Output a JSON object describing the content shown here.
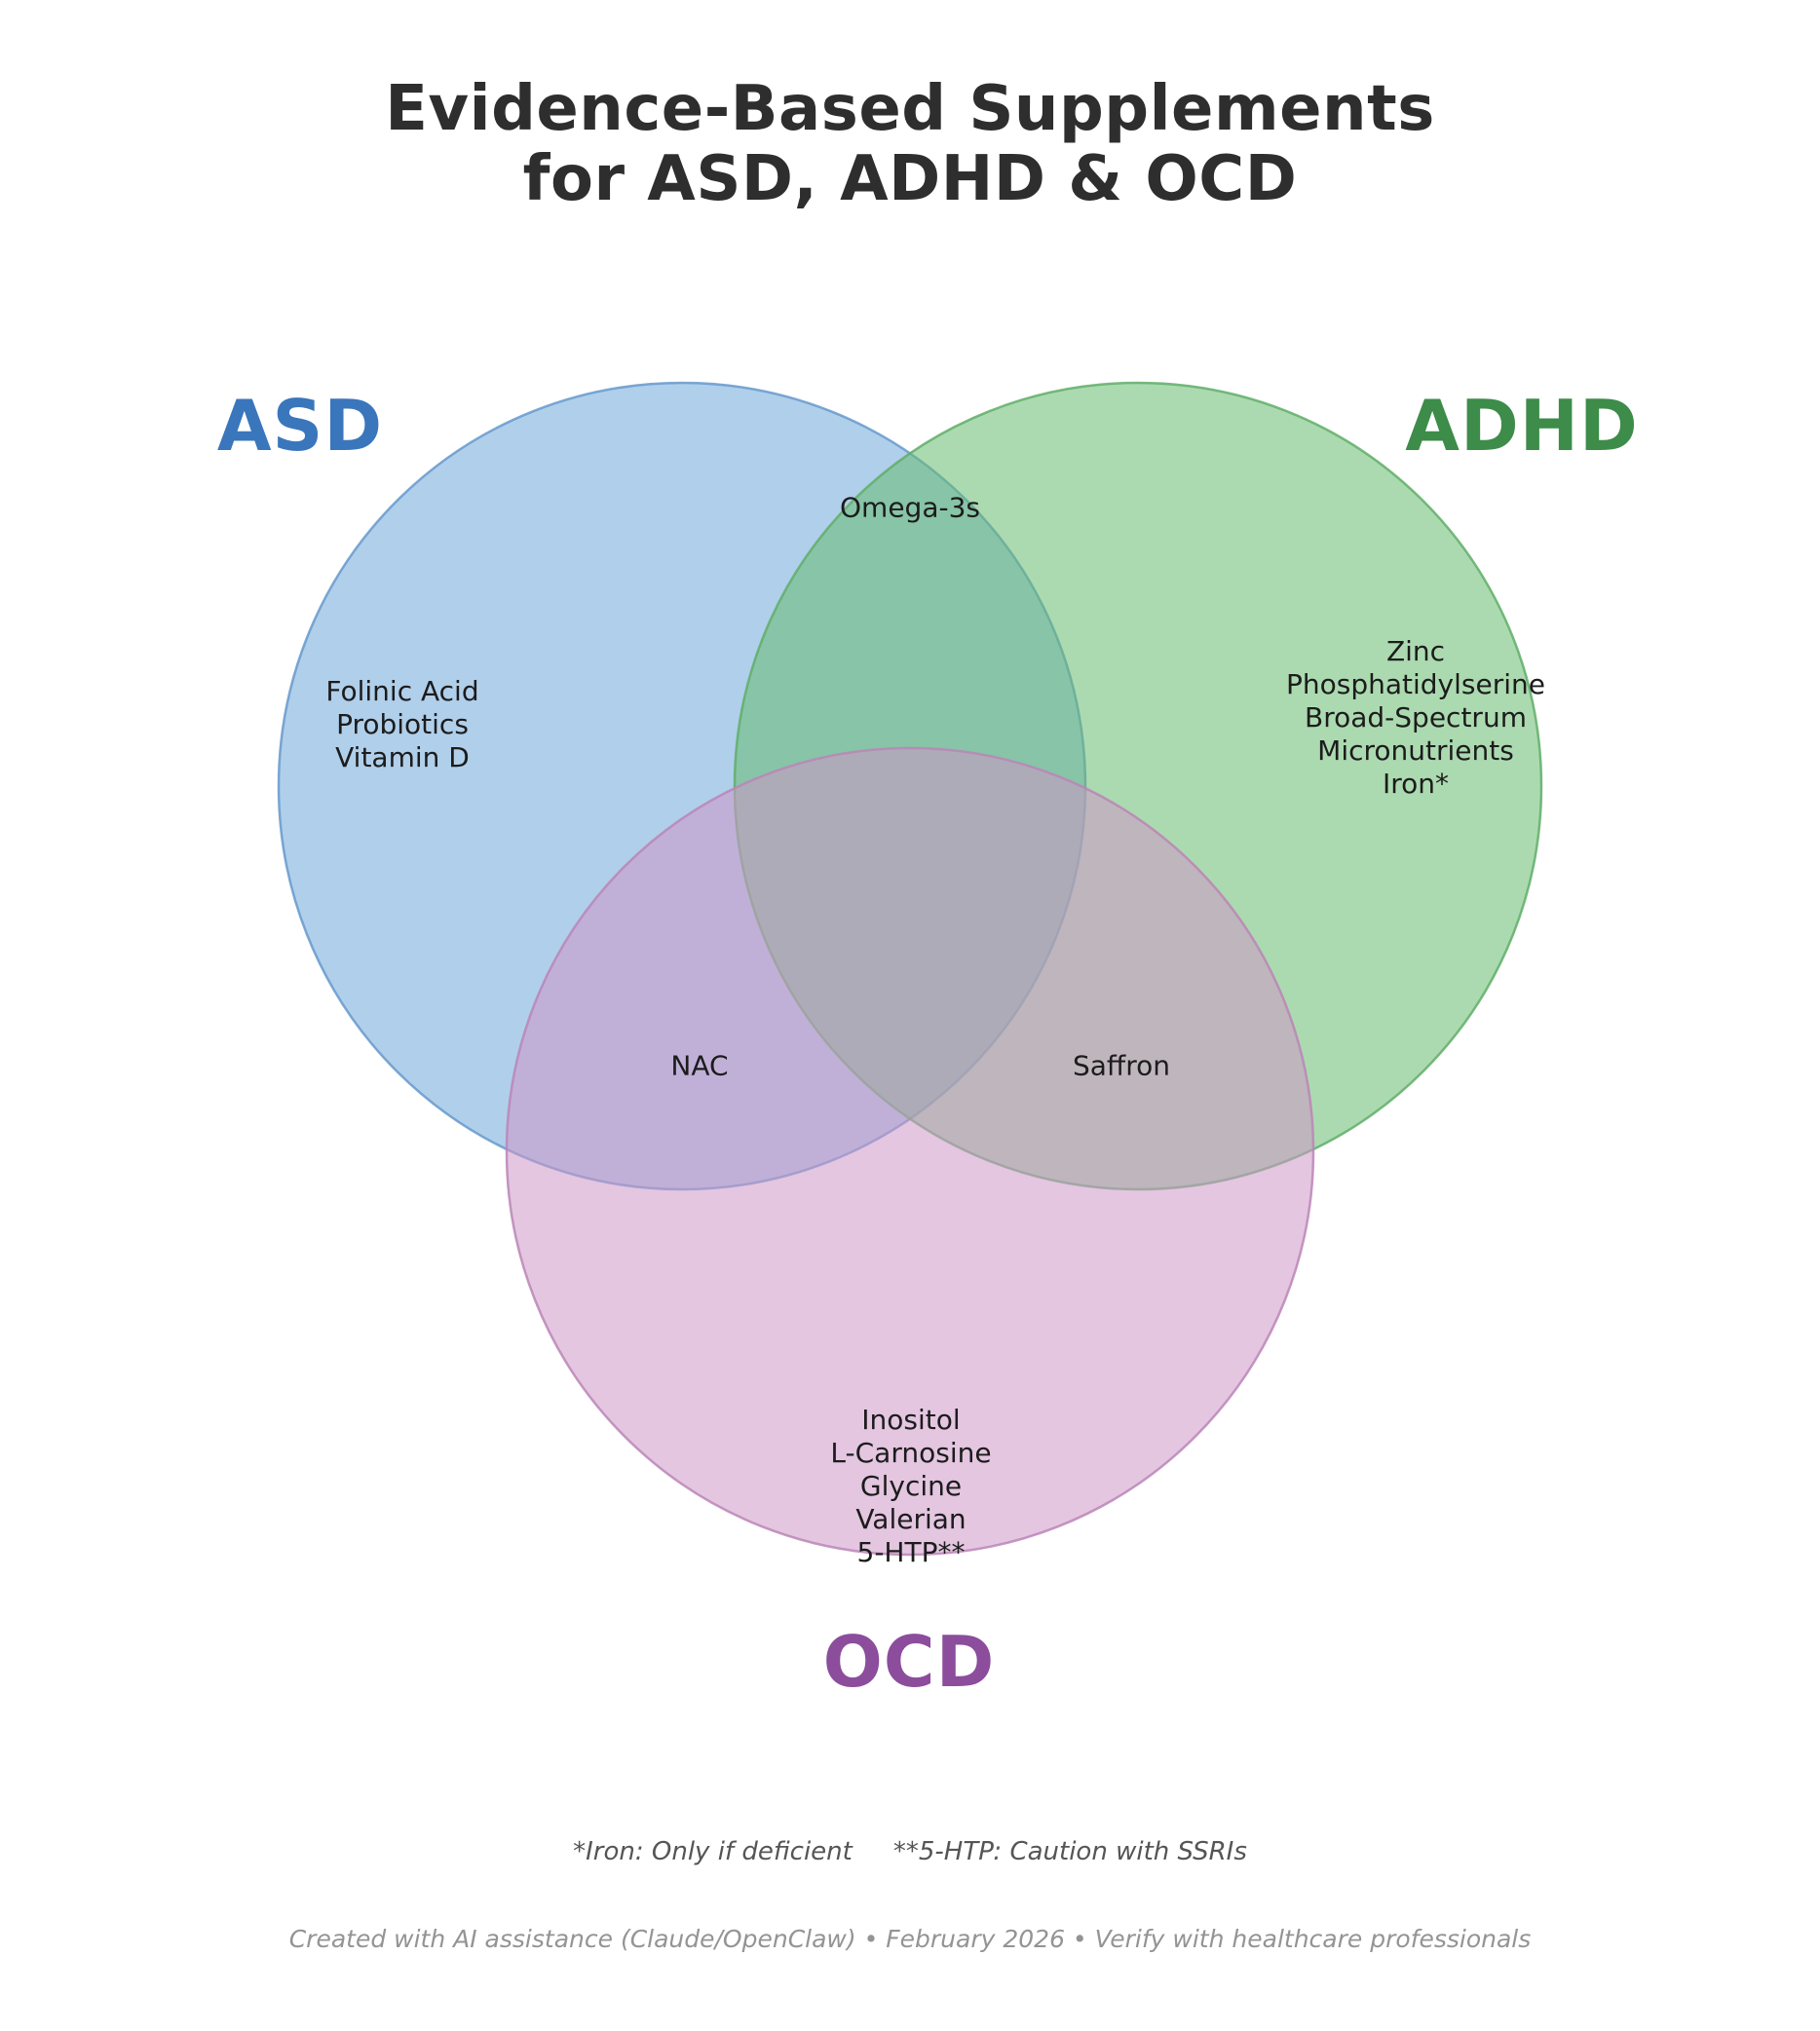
{
  "title": {
    "line1": "Evidence-Based Supplements",
    "line2": "for ASD, ADHD & OCD"
  },
  "sets": {
    "asd": {
      "label": "ASD",
      "label_color": "#3a76bc",
      "fill": "#6FA8D8",
      "stroke": "#6699cc",
      "items": [
        "Folinic Acid",
        "Probiotics",
        "Vitamin D"
      ]
    },
    "adhd": {
      "label": "ADHD",
      "label_color": "#3d8c4a",
      "fill": "#68BC70",
      "stroke": "#5fae68",
      "items": [
        "Zinc",
        "Phosphatidylserine",
        "Broad-Spectrum",
        "Micronutrients",
        "Iron*"
      ]
    },
    "ocd": {
      "label": "OCD",
      "label_color": "#8b4d9c",
      "fill": "#CD97C9",
      "stroke": "#bb85b7",
      "items": [
        "Inositol",
        "L-Carnosine",
        "Glycine",
        "Valerian",
        "5-HTP**"
      ]
    }
  },
  "intersections": {
    "asd_adhd": "Omega-3s",
    "asd_ocd": "NAC",
    "adhd_ocd": "Saffron"
  },
  "footnotes": {
    "iron": "*Iron: Only if deficient",
    "htp": "**5-HTP: Caution with SSRIs"
  },
  "footer": "Created with AI assistance (Claude/OpenClaw) • February 2026 • Verify with healthcare professionals"
}
